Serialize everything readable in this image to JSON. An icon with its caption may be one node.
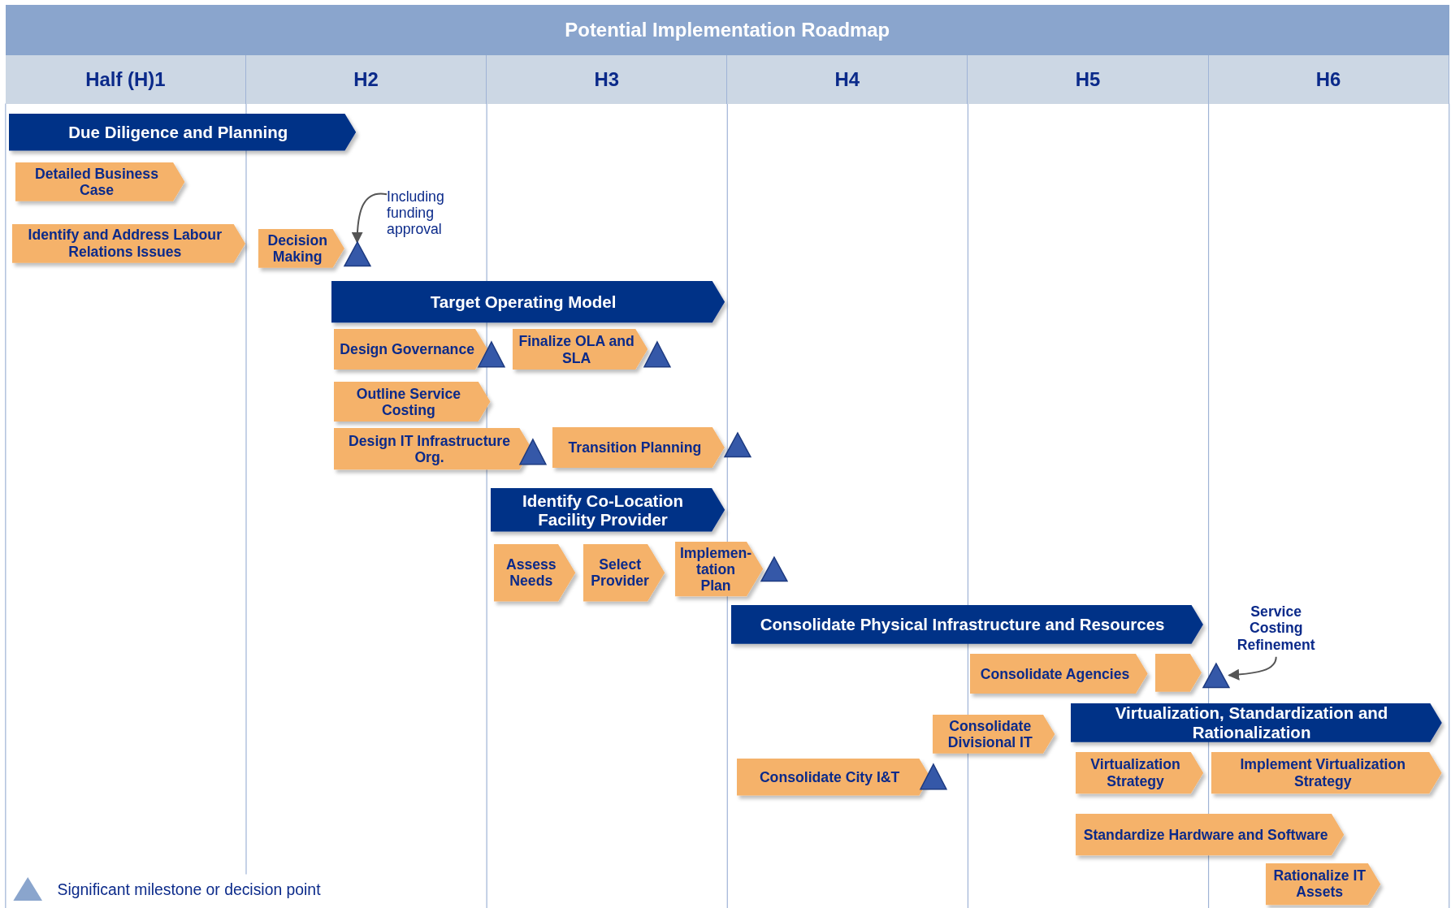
{
  "diagram": {
    "title": "Potential Implementation Roadmap",
    "nodes": [
      {
        "text": [
          "Due Diligence and Planning"
        ]
      },
      {
        "text": [
          "Detailed Business Case"
        ]
      },
      {
        "text": [
          "Identify and Address Labour Relations Issues"
        ]
      },
      {
        "text": [
          "Decision Making"
        ]
      },
      {
        "text": [],
        "shape": "triangle"
      },
      {
        "text": [
          "Including funding approval"
        ]
      },
      {
        "text": [
          "Target Operating Model"
        ]
      },
      {
        "text": [
          "Design Governance"
        ]
      },
      {
        "text": [],
        "shape": "triangle"
      },
      {
        "text": [
          "Finalize OLA and SLA"
        ]
      },
      {
        "text": [],
        "shape": "triangle"
      },
      {
        "text": [
          "Outline Service Costing"
        ]
      },
      {
        "text": [
          "Design IT Infrastructure Org."
        ]
      },
      {
        "text": [],
        "shape": "triangle"
      },
      {
        "text": [
          "Transition Planning"
        ]
      },
      {
        "text": [],
        "shape": "triangle"
      },
      {
        "text": [
          "Identify Co-Location Facility Provider"
        ]
      },
      {
        "text": [
          "Assess Needs"
        ]
      },
      {
        "text": [
          "Select Provider"
        ]
      },
      {
        "text": [
          "Implemen-tation Plan"
        ]
      },
      {
        "text": [],
        "shape": "triangle"
      },
      {
        "text": [
          "Consolidate Physical Infrastructure and Resources"
        ]
      },
      {
        "text": [
          "Service Costing Refinement"
        ]
      },
      {
        "text": [
          "Consolidate Agencies"
        ]
      },
      {
        "text": [],
        "shape": "chevron"
      },
      {
        "text": [],
        "shape": "triangle"
      },
      {
        "text": [
          "Virtualization, Standardization and Rationalization"
        ]
      },
      {
        "text": [
          "Consolidate Divisional IT"
        ]
      },
      {
        "text": [
          "Consolidate City I&T"
        ]
      },
      {
        "text": [],
        "shape": "triangle"
      },
      {
        "text": [
          "Virtualization Strategy"
        ]
      },
      {
        "text": [
          "Implement Virtualization Strategy"
        ]
      },
      {
        "text": [
          "Standardize Hardware and Software"
        ]
      },
      {
        "text": [
          "Rationalize IT Assets"
        ]
      }
    ],
    "edges": [
      {
        "from": 5,
        "to": 4,
        "arrow": "to"
      },
      {
        "from": 22,
        "to": 25,
        "arrow": "to"
      }
    ],
    "labels": [
      "Half (H)1",
      "H2",
      "H3",
      "H4",
      "H5",
      "H6"
    ],
    "legend": [
      {
        "text": "Significant milestone or decision point"
      }
    ]
  }
}
